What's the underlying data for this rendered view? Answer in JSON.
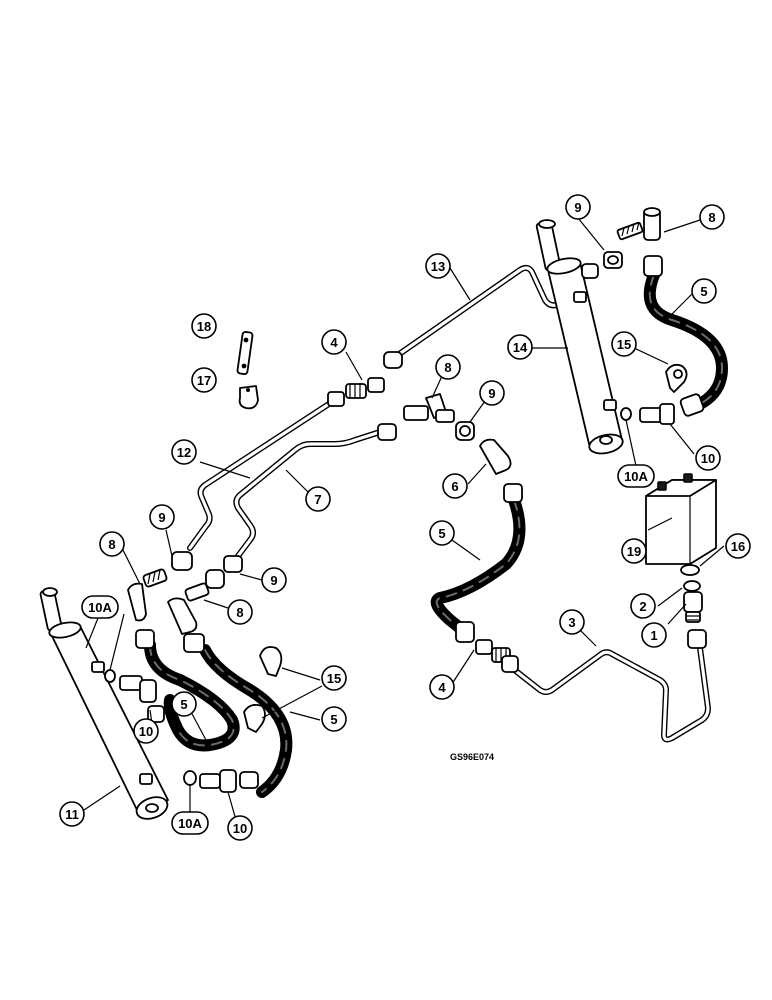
{
  "figure_code": "GS96E074",
  "callouts": {
    "c1": "1",
    "c2": "2",
    "c3": "3",
    "c4a": "4",
    "c4b": "4",
    "c5a": "5",
    "c5b": "5",
    "c5c": "5",
    "c5d": "5",
    "c6": "6",
    "c7": "7",
    "c8a": "8",
    "c8b": "8",
    "c8c": "8",
    "c8d": "8",
    "c9a": "9",
    "c9b": "9",
    "c9c": "9",
    "c9d": "9",
    "c10a": "10",
    "c10b": "10",
    "c10c": "10",
    "c10Aa": "10A",
    "c10Ab": "10A",
    "c10Ac": "10A",
    "c11": "11",
    "c12": "12",
    "c13": "13",
    "c14": "14",
    "c15a": "15",
    "c15b": "15",
    "c16": "16",
    "c17": "17",
    "c18": "18",
    "c19": "19"
  }
}
